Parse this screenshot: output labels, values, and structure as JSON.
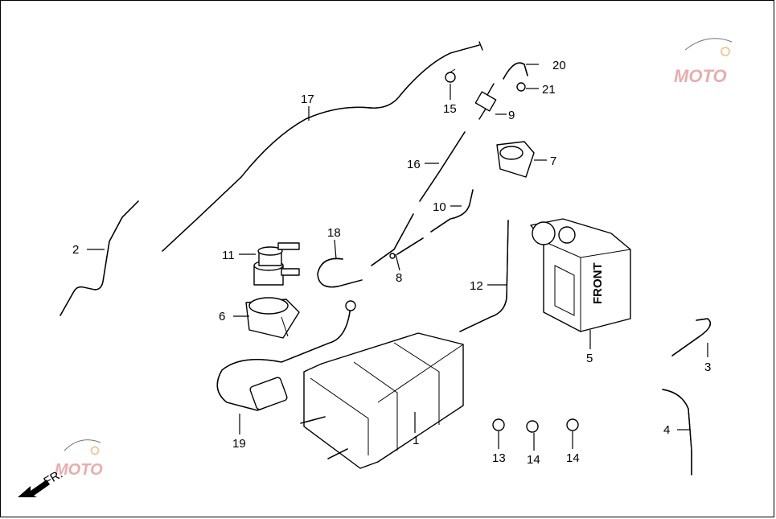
{
  "diagram": {
    "direction_label": "FR.",
    "stamp_text": "FRONT",
    "watermark_text": "MOTO",
    "callouts": [
      {
        "id": "c1",
        "label": "1"
      },
      {
        "id": "c2",
        "label": "2"
      },
      {
        "id": "c3",
        "label": "3"
      },
      {
        "id": "c4",
        "label": "4"
      },
      {
        "id": "c5",
        "label": "5"
      },
      {
        "id": "c6",
        "label": "6"
      },
      {
        "id": "c7",
        "label": "7"
      },
      {
        "id": "c8",
        "label": "8"
      },
      {
        "id": "c9",
        "label": "9"
      },
      {
        "id": "c10",
        "label": "10"
      },
      {
        "id": "c11",
        "label": "11"
      },
      {
        "id": "c12",
        "label": "12"
      },
      {
        "id": "c13",
        "label": "13"
      },
      {
        "id": "c14a",
        "label": "14"
      },
      {
        "id": "c14b",
        "label": "14"
      },
      {
        "id": "c15",
        "label": "15"
      },
      {
        "id": "c16",
        "label": "16"
      },
      {
        "id": "c17",
        "label": "17"
      },
      {
        "id": "c18",
        "label": "18"
      },
      {
        "id": "c19",
        "label": "19"
      },
      {
        "id": "c20",
        "label": "20"
      },
      {
        "id": "c21",
        "label": "21"
      }
    ]
  }
}
